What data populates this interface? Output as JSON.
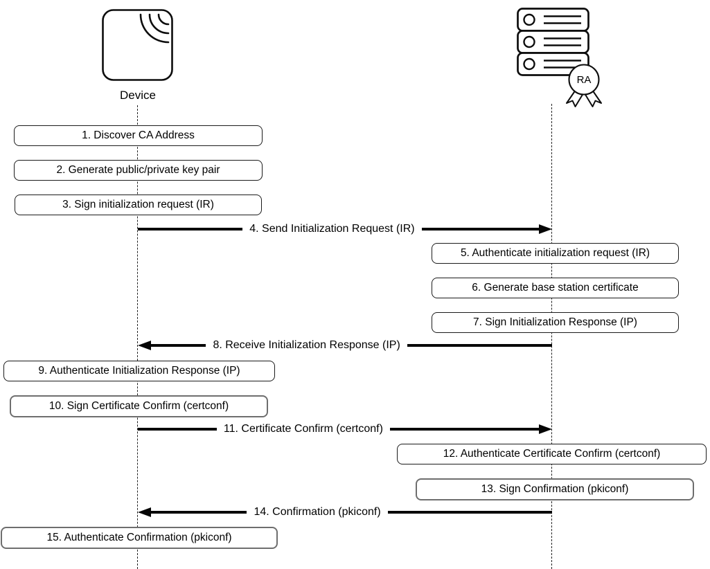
{
  "diagram": {
    "type": "sequence-diagram",
    "topic": "PKI certificate enrollment message flow between a wireless device and an RA server"
  },
  "actors": {
    "device": {
      "label": "Device",
      "icon": "wireless-device-icon"
    },
    "ra": {
      "icon": "server-stack-icon",
      "badge_label": "RA"
    }
  },
  "steps": [
    {
      "num": 1,
      "kind": "action",
      "actor": "device",
      "label": "1. Discover CA Address"
    },
    {
      "num": 2,
      "kind": "action",
      "actor": "device",
      "label": "2. Generate public/private key pair"
    },
    {
      "num": 3,
      "kind": "action",
      "actor": "device",
      "label": "3. Sign initialization request (IR)"
    },
    {
      "num": 4,
      "kind": "message",
      "from": "device",
      "to": "ra",
      "direction": "right",
      "label": "4. Send Initialization Request (IR)"
    },
    {
      "num": 5,
      "kind": "action",
      "actor": "ra",
      "label": "5. Authenticate initialization request (IR)"
    },
    {
      "num": 6,
      "kind": "action",
      "actor": "ra",
      "label": "6. Generate base station certificate"
    },
    {
      "num": 7,
      "kind": "action",
      "actor": "ra",
      "label": "7. Sign Initialization Response (IP)"
    },
    {
      "num": 8,
      "kind": "message",
      "from": "ra",
      "to": "device",
      "direction": "left",
      "label": "8. Receive Initialization Response (IP)"
    },
    {
      "num": 9,
      "kind": "action",
      "actor": "device",
      "label": "9. Authenticate Initialization Response (IP)"
    },
    {
      "num": 10,
      "kind": "action",
      "actor": "device",
      "label": "10. Sign Certificate Confirm (certconf)"
    },
    {
      "num": 11,
      "kind": "message",
      "from": "device",
      "to": "ra",
      "direction": "right",
      "label": "11. Certificate Confirm (certconf)"
    },
    {
      "num": 12,
      "kind": "action",
      "actor": "ra",
      "label": "12. Authenticate Certificate Confirm (certconf)"
    },
    {
      "num": 13,
      "kind": "action",
      "actor": "ra",
      "label": "13. Sign Confirmation (pkiconf)"
    },
    {
      "num": 14,
      "kind": "message",
      "from": "ra",
      "to": "device",
      "direction": "left",
      "label": "14. Confirmation (pkiconf)"
    },
    {
      "num": 15,
      "kind": "action",
      "actor": "device",
      "label": "15. Authenticate Confirmation (pkiconf)"
    }
  ],
  "colors": {
    "background": "#ffffff",
    "stroke": "#000000",
    "box_border": "#1a1a1a",
    "box_border_alt": "#6e6e6e",
    "lifeline": "#1f1f1f",
    "text": "#000000"
  }
}
